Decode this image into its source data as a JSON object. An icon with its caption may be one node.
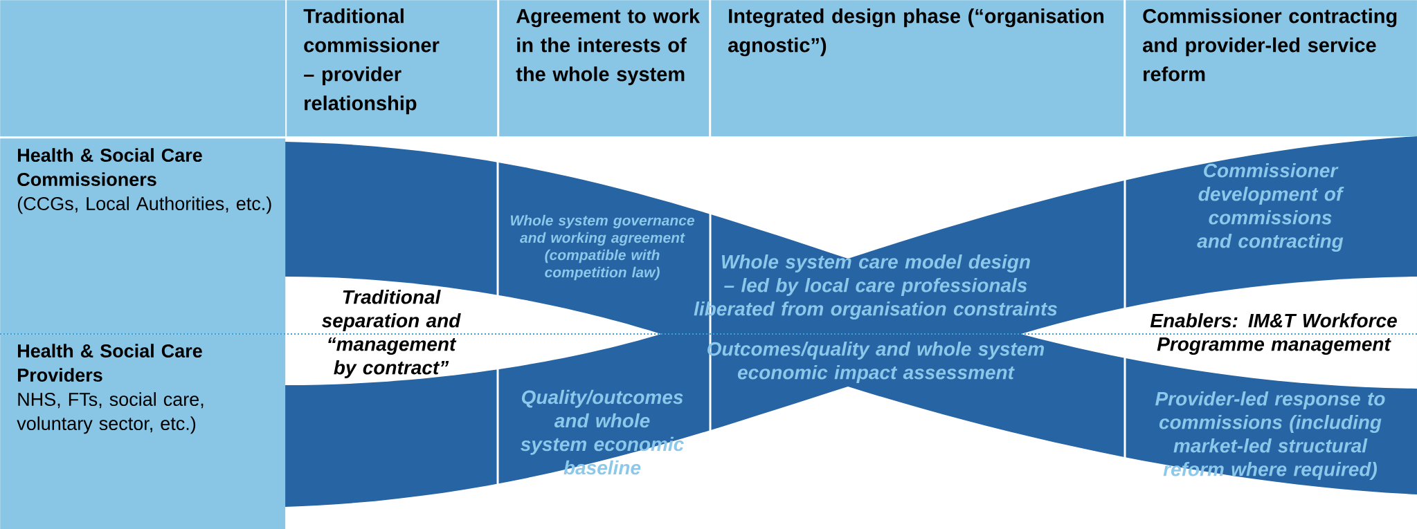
{
  "diagram": {
    "nodes": [
      {
        "text": [],
        "shape": "box"
      },
      {
        "text": [
          "Traditional commissioner – provider relationship"
        ]
      },
      {
        "text": [
          "Agreement to work in the interests of the whole system"
        ]
      },
      {
        "text": [
          "Integrated design phase (“organisation agnostic”)"
        ]
      },
      {
        "text": [
          "Commissioner contracting and provider-led service reform"
        ]
      },
      {
        "text": [
          "Health & Social Care Commissioners",
          "(CCGs, Local Authorities, etc.)"
        ]
      },
      {
        "text": [
          "Whole system governance and working agreement (compatible with competition law)"
        ]
      },
      {
        "text": [
          "Commissioner development of commissions and contracting"
        ]
      },
      {
        "text": [
          "Traditional separation and “management by contract”"
        ]
      },
      {
        "text": [
          "Whole system care model design – led by local care professionals liberated from organisation constraints"
        ]
      },
      {
        "text": [
          "Enablers: IM&T Workforce Programme management"
        ]
      },
      {
        "text": [
          "Health & Social Care Providers",
          "NHS, FTs, social care, voluntary sector, etc.)"
        ]
      },
      {
        "text": [
          "Quality/outcomes and whole system economic baseline"
        ]
      },
      {
        "text": [
          "Outcomes/quality and whole system economic impact assessment"
        ]
      },
      {
        "text": [
          "Provider-led response to commissions (including market-led structural reform where required)"
        ]
      }
    ],
    "edges": []
  }
}
